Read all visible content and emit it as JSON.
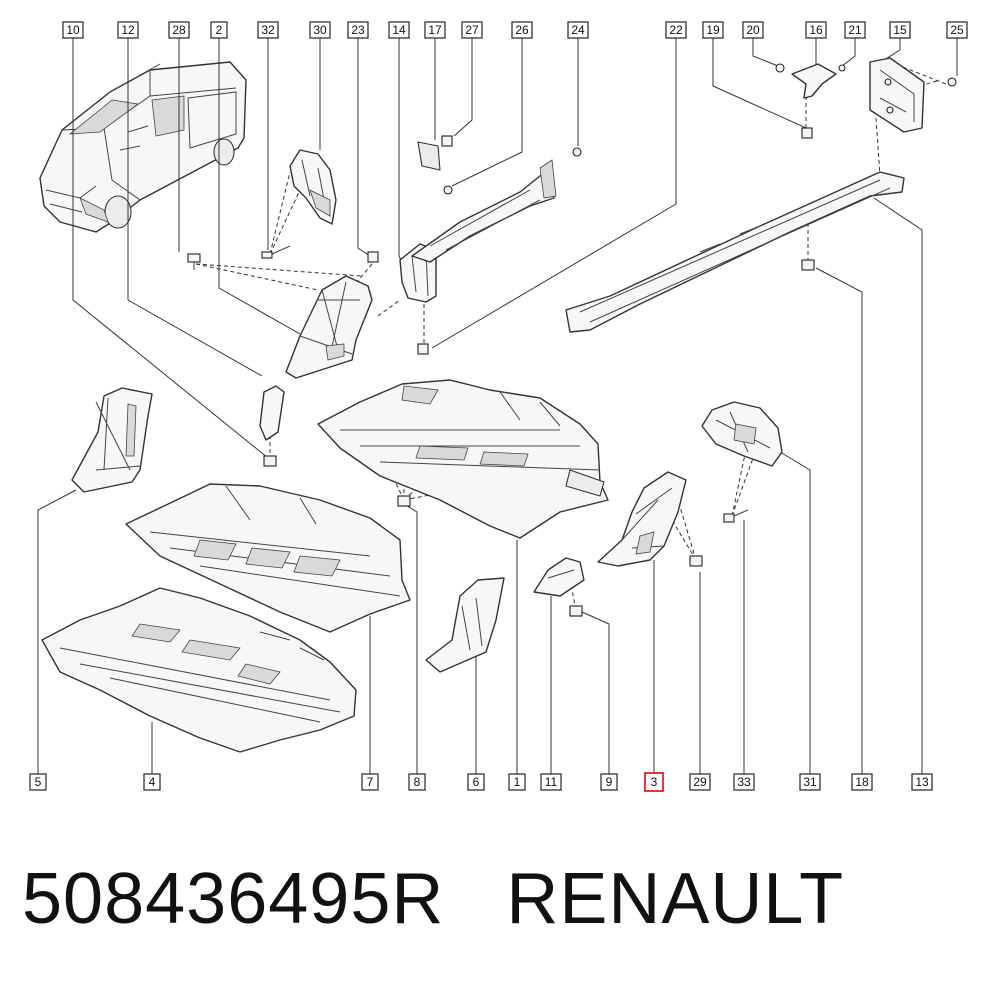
{
  "diagram": {
    "part_labels": [
      "10",
      "12",
      "28",
      "2",
      "32",
      "30",
      "23",
      "14",
      "17",
      "27",
      "26",
      "24",
      "22",
      "19",
      "20",
      "16",
      "21",
      "15",
      "25",
      "5",
      "4",
      "7",
      "8",
      "6",
      "1",
      "11",
      "9",
      "3",
      "29",
      "33",
      "31",
      "18",
      "13"
    ],
    "highlighted_label": "3",
    "highlight_color": "#e0202a"
  },
  "footer": {
    "part_number": "508436495R",
    "brand": "RENAULT"
  }
}
